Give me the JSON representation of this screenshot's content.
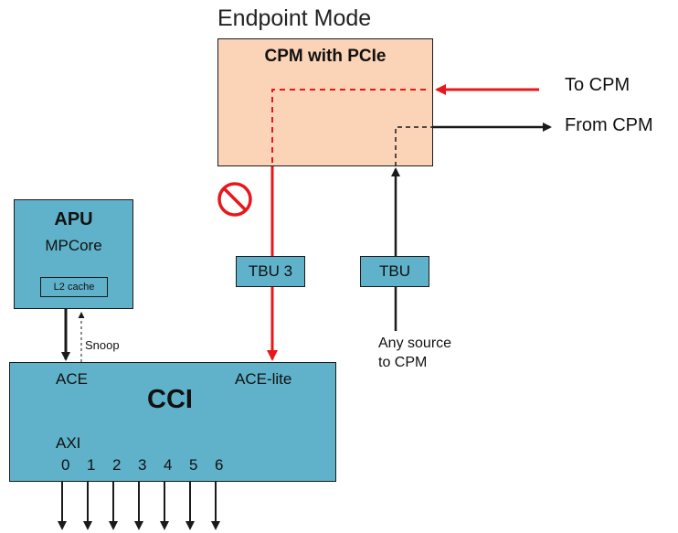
{
  "title": "Endpoint Mode",
  "cpm": {
    "label": "CPM with PCIe"
  },
  "apu": {
    "title": "APU",
    "subtitle": "MPCore",
    "cache": "L2 cache"
  },
  "cci": {
    "title": "CCI",
    "ace": "ACE",
    "ace_lite": "ACE-lite",
    "axi": "AXI",
    "ports": [
      "0",
      "1",
      "2",
      "3",
      "4",
      "5",
      "6"
    ]
  },
  "tbu3": {
    "label": "TBU 3"
  },
  "tbu": {
    "label": "TBU"
  },
  "snoop": "Snoop",
  "to_cpm": "To CPM",
  "from_cpm": "From CPM",
  "any_source": [
    "Any source",
    "to CPM"
  ],
  "colors": {
    "orange": "#fbd3b6",
    "blue": "#5fb2c9",
    "red": "#e8171b",
    "black": "#1a1a1a"
  },
  "icons": {
    "blocked": "prohibited-icon"
  }
}
